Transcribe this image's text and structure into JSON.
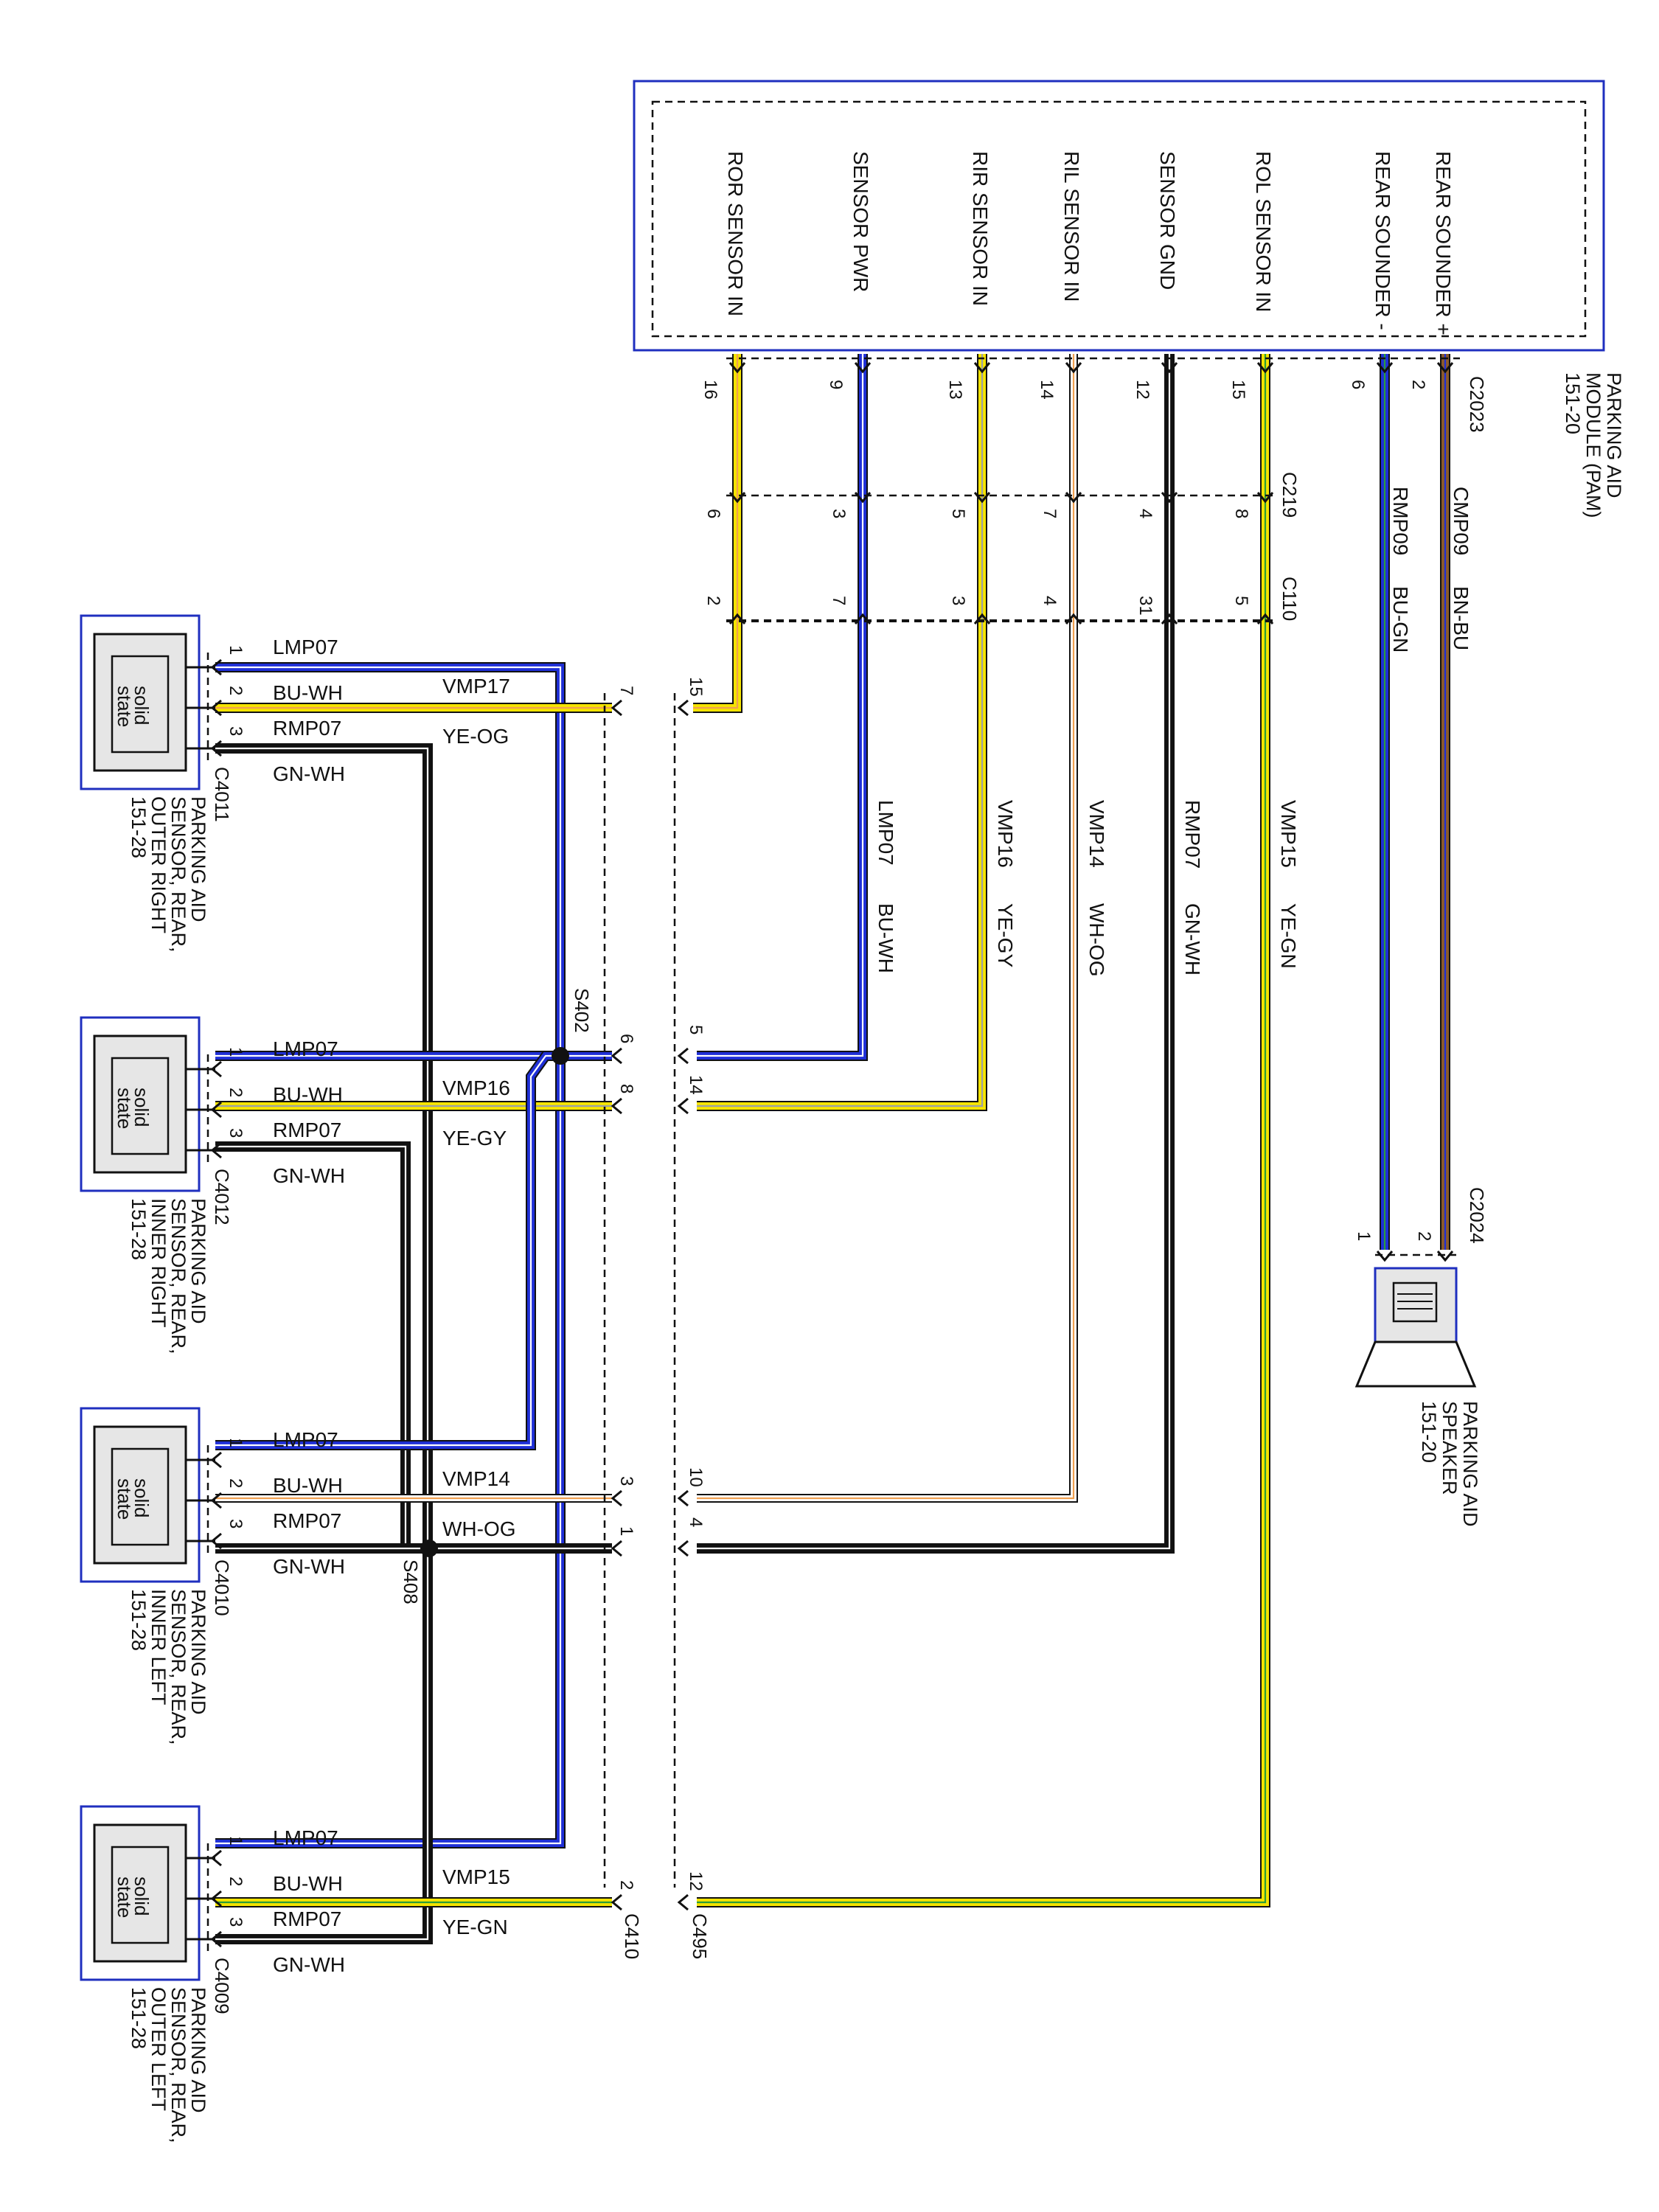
{
  "colors": {
    "blue": "#1f2fd6",
    "yellow": "#f5e400",
    "orange": "#f0a050",
    "white": "#ffffff",
    "gray": "#9aa0a6",
    "black": "#111111",
    "green": "#2a9d3a",
    "brown": "#8b5a2b",
    "frame": "#1f2fbf"
  },
  "module": {
    "caption": [
      "PARKING AID",
      "MODULE (PAM)",
      "151-20"
    ],
    "connector": "C2023",
    "pins": [
      {
        "label": "ROR SENSOR IN",
        "pin": "16"
      },
      {
        "label": "SENSOR PWR",
        "pin": "9"
      },
      {
        "label": "RIR SENSOR IN",
        "pin": "13"
      },
      {
        "label": "RIL SENSOR IN",
        "pin": "14"
      },
      {
        "label": "SENSOR GND",
        "pin": "12"
      },
      {
        "label": "ROL SENSOR IN",
        "pin": "15"
      },
      {
        "label": "REAR SOUNDER -",
        "pin": "6"
      },
      {
        "label": "REAR SOUNDER +",
        "pin": "2"
      }
    ]
  },
  "inline": {
    "c219": {
      "name": "C219",
      "pins": [
        "6",
        "3",
        "5",
        "7",
        "4",
        "8"
      ]
    },
    "c110": {
      "name": "C110",
      "pins": [
        "2",
        "7",
        "3",
        "4",
        "31",
        "5"
      ]
    },
    "c410": {
      "name": "C410",
      "pins": [
        "7",
        "6",
        "8",
        "3",
        "1",
        "2"
      ]
    },
    "c495": {
      "name": "C495",
      "pins": [
        "15",
        "5",
        "14",
        "10",
        "4",
        "12"
      ]
    }
  },
  "trunk": [
    {
      "circuit": "LMP07",
      "color": "BU-WH"
    },
    {
      "circuit": "VMP16",
      "color": "YE-GY"
    },
    {
      "circuit": "VMP14",
      "color": "WH-OG"
    },
    {
      "circuit": "RMP07",
      "color": "GN-WH"
    },
    {
      "circuit": "VMP15",
      "color": "YE-GN"
    }
  ],
  "sounder_wires": [
    {
      "circuit": "RMP09",
      "color": "BU-GN"
    },
    {
      "circuit": "CMP09",
      "color": "BN-BU"
    }
  ],
  "speaker": {
    "caption": [
      "PARKING AID",
      "SPEAKER",
      "151-20"
    ],
    "connector": "C2024",
    "pins": [
      "1",
      "2"
    ]
  },
  "splices": [
    "S402",
    "S408"
  ],
  "sensors": [
    {
      "id": "outer-right",
      "connector": "C4011",
      "body": [
        "solid",
        "state"
      ],
      "caption": [
        "PARKING AID",
        "SENSOR, REAR,",
        "OUTER RIGHT",
        "151-28"
      ],
      "pins": [
        "1",
        "2",
        "3"
      ],
      "wires": [
        {
          "circuit": "LMP07",
          "color": "BU-WH"
        },
        {
          "circuit": "VMP17",
          "color": "YE-OG"
        },
        {
          "circuit": "RMP07",
          "color": "GN-WH"
        }
      ]
    },
    {
      "id": "inner-right",
      "connector": "C4012",
      "body": [
        "solid",
        "state"
      ],
      "caption": [
        "PARKING AID",
        "SENSOR, REAR,",
        "INNER RIGHT",
        "151-28"
      ],
      "pins": [
        "1",
        "2",
        "3"
      ],
      "wires": [
        {
          "circuit": "LMP07",
          "color": "BU-WH"
        },
        {
          "circuit": "VMP16",
          "color": "YE-GY"
        },
        {
          "circuit": "RMP07",
          "color": "GN-WH"
        }
      ]
    },
    {
      "id": "inner-left",
      "connector": "C4010",
      "body": [
        "solid",
        "state"
      ],
      "caption": [
        "PARKING AID",
        "SENSOR, REAR,",
        "INNER LEFT",
        "151-28"
      ],
      "pins": [
        "1",
        "2",
        "3"
      ],
      "wires": [
        {
          "circuit": "LMP07",
          "color": "BU-WH"
        },
        {
          "circuit": "VMP14",
          "color": "WH-OG"
        },
        {
          "circuit": "RMP07",
          "color": "GN-WH"
        }
      ]
    },
    {
      "id": "outer-left",
      "connector": "C4009",
      "body": [
        "solid",
        "state"
      ],
      "caption": [
        "PARKING AID",
        "SENSOR, REAR,",
        "OUTER LEFT",
        "151-28"
      ],
      "pins": [
        "1",
        "2",
        "3"
      ],
      "wires": [
        {
          "circuit": "LMP07",
          "color": "BU-WH"
        },
        {
          "circuit": "VMP15",
          "color": "YE-GN"
        },
        {
          "circuit": "RMP07",
          "color": "GN-WH"
        }
      ]
    }
  ]
}
